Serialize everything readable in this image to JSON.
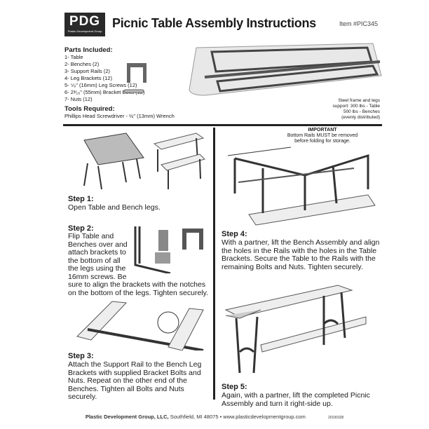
{
  "header": {
    "logo": "PDG",
    "logo_sub": "Plastic Development Group",
    "title": "Picnic Table Assembly Instructions",
    "item": "Item #PIC345"
  },
  "parts": {
    "heading": "Parts Included:",
    "items": [
      "1- Table",
      "2- Benches (2)",
      "3- Support Rails (2)",
      "4- Leg Brackets (12)",
      "5- ⁵⁄₈\" (16mm) Leg Screws (12)",
      "6- 2³⁄₁₆\" (55mm) Bracket Bolts (12)",
      "7- Nuts (12)"
    ]
  },
  "tools": {
    "heading": "Tools Required:",
    "text": "Phillips Head Screwdriver -  ½\" (13mm) Wrench"
  },
  "capacity": [
    "Steel frame and legs",
    "support: 300 lbs - Table",
    "500 lbs - Benches",
    "(evenly distributed)"
  ],
  "important": {
    "title": "IMPORTANT",
    "text": [
      "Bottom Rails MUST be removed",
      "before folding for storage."
    ]
  },
  "steps": [
    {
      "label": "Step 1:",
      "text": "Open Table and Bench legs."
    },
    {
      "label": "Step 2:",
      "text": "Flip Table and Benches over and attach brackets to the bottom of all the legs using the 16mm screws. Be sure to align the brackets with the notches on the bottom of the legs. Tighten securely."
    },
    {
      "label": "Step 3:",
      "text": "Attach the Support Rail to the Bench Leg Brackets with supplied Bracket Bolts and Nuts. Repeat on the other end of the Benches. Tighten all Bolts and Nuts securely."
    },
    {
      "label": "Step 4:",
      "text": "With a partner, lift the Bench Assembly and align the holes in the Rails with the holes in the Table Brackets. Secure the Table to the Rails with the remaining Bolts and Nuts. Tighten securely."
    },
    {
      "label": "Step 5:",
      "text": "Again, with a partner, lift the completed Picnic Assembly and  turn it right-side up."
    }
  ],
  "footer": {
    "company": "Plastic Development Group, LLC,",
    "address": "Southfield, MI 48075  •  www.plasticdevelopmentgroup.com",
    "code": "20190328"
  }
}
